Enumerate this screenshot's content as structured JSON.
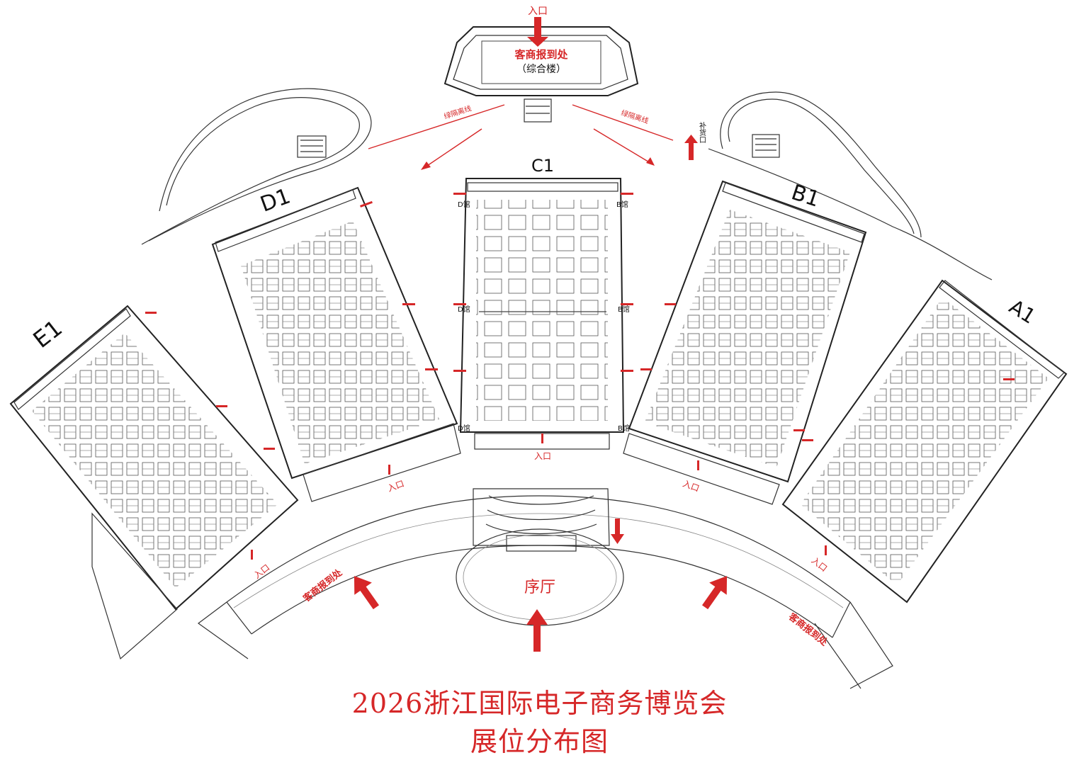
{
  "map": {
    "title_line1": "2026浙江国际电子商务博览会",
    "title_line2": "展位分布图",
    "accent_color": "#d62728",
    "top_entrance": "入口",
    "registration_top": "客商报到处",
    "registration_top_sub": "（综合楼）",
    "isolation_left": "绿隔离线",
    "isolation_right": "绿隔离线",
    "supply_entrance": "补货口",
    "halls": {
      "C1": "C1",
      "D1": "D1",
      "B1": "B1",
      "E1": "E1",
      "A1": "A1"
    },
    "c1_side_labels": {
      "d_left": "D馆",
      "b_right": "B馆"
    },
    "entrance_labels": [
      "入口",
      "入口",
      "入口",
      "入口",
      "入口"
    ],
    "lobby": "序厅",
    "registration_bottom_left": "客商报到处",
    "registration_bottom_right": "客商报到处",
    "icons": [
      "arrow-up-icon",
      "arrow-down-icon"
    ]
  }
}
